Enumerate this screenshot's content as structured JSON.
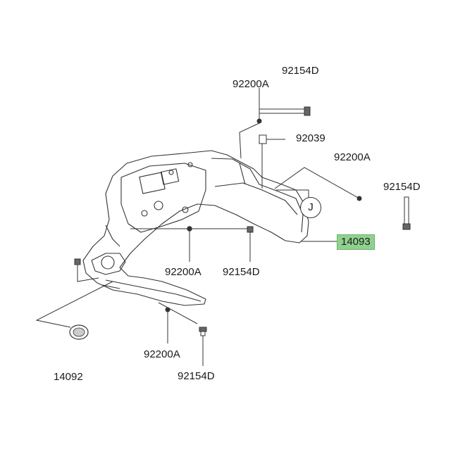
{
  "labels": {
    "bolt_top": "92154D",
    "washer_top": "92200A",
    "clip_top": "92039",
    "washer_right": "92200A",
    "bolt_right": "92154D",
    "part_main": "14093",
    "washer_mid": "92200A",
    "bolt_mid": "92154D",
    "washer_bottom": "92200A",
    "bolt_bottom": "92154D",
    "grommet": "14092",
    "ref_circle": "J"
  },
  "colors": {
    "highlight": "#8fd18f",
    "line": "#333333",
    "part_fill": "#ffffff"
  }
}
